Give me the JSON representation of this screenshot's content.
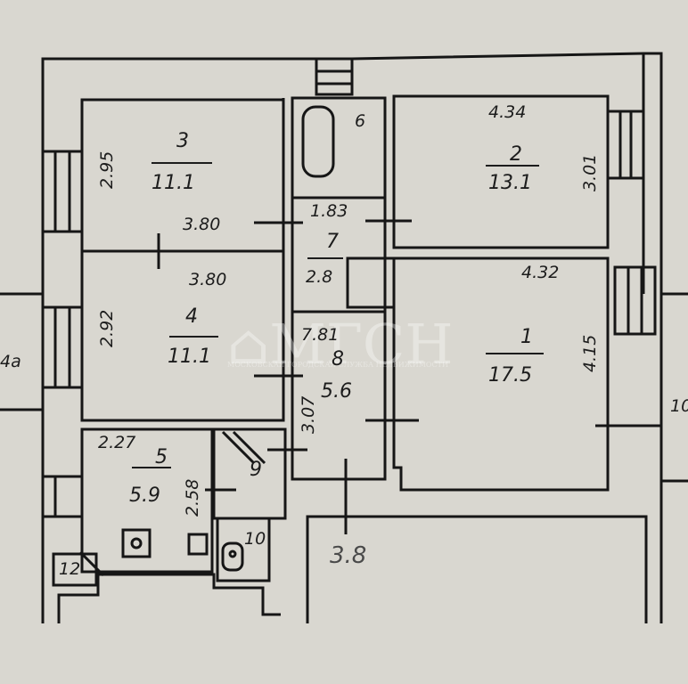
{
  "rooms": [
    {
      "number": "1",
      "area": "17.5"
    },
    {
      "number": "2",
      "area": "13.1"
    },
    {
      "number": "3",
      "area": "11.1"
    },
    {
      "number": "4",
      "area": "11.1"
    },
    {
      "number": "5",
      "area": "5.9"
    },
    {
      "number": "6"
    },
    {
      "number": "7",
      "area": "2.8"
    },
    {
      "number": "8",
      "area": "5.6"
    },
    {
      "number": "9"
    },
    {
      "number": "10"
    },
    {
      "number": "12"
    }
  ],
  "dimensions": {
    "room2_width": "4.34",
    "room2_depth": "3.01",
    "room3_depth": "2.95",
    "room3_width": "3.80",
    "room4_width": "3.80",
    "room4_depth": "2.92",
    "room7_width": "1.83",
    "room1_width": "4.32",
    "room1_depth": "4.15",
    "room8_width": "7.81",
    "room8_depth": "3.07",
    "room5_width": "2.27",
    "room5_depth": "2.58"
  },
  "neighbors": {
    "left": "4a",
    "right": "10",
    "stair": "3.8"
  },
  "watermark": {
    "logo": "МГСН",
    "tagline": "МОСКОВСКАЯ ГОРОДСКАЯ СЛУЖБА НЕДВИЖИМОСТИ"
  }
}
